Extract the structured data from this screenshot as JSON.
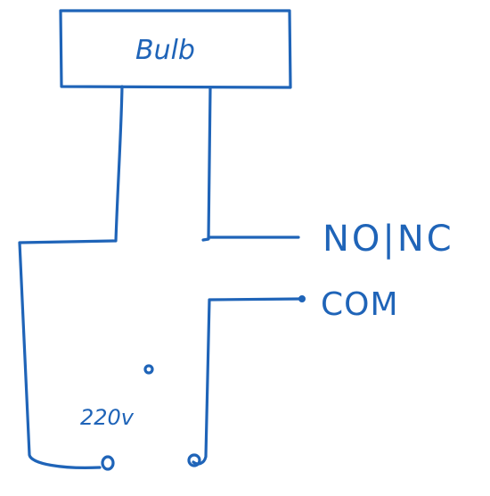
{
  "diagram": {
    "bulb_label": "Bulb",
    "relay": {
      "no_nc_label": "NO|NC",
      "com_label": "COM"
    },
    "supply_label": "220v"
  },
  "colors": {
    "ink": "#1f64b8",
    "background": "#ffffff"
  }
}
